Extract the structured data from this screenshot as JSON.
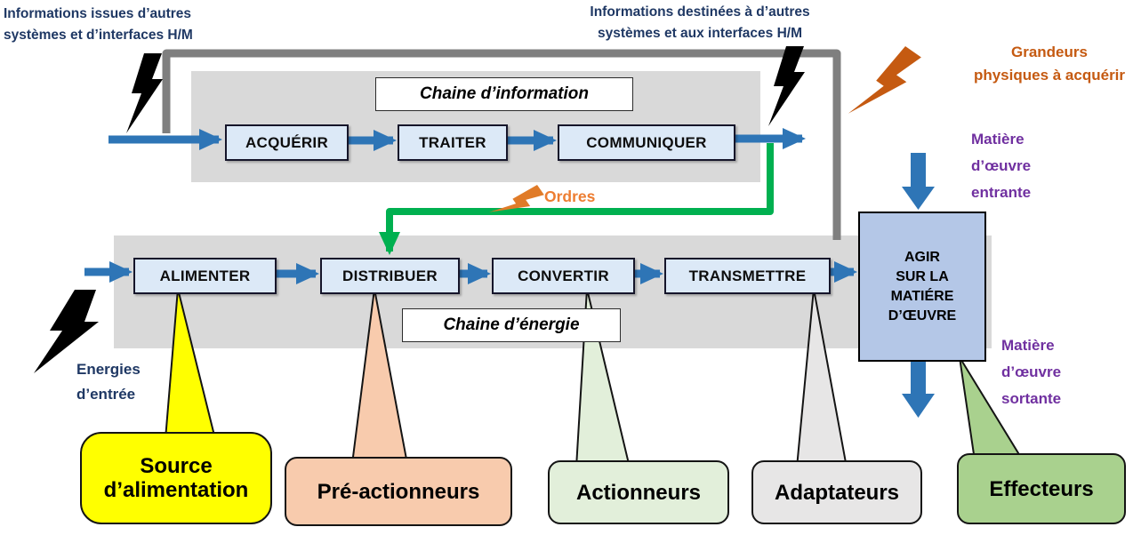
{
  "annotations": {
    "info_in": "Informations issues d’autres\nsystèmes et d’interfaces H/M",
    "info_out": "Informations destinées à d’autres\nsystèmes et aux interfaces H/M",
    "grandeurs": "Grandeurs\nphysiques à acquérir",
    "ordres": "Ordres",
    "matiere_entrante": "Matière\nd’œuvre\nentrante",
    "matiere_sortante": "Matière\nd’œuvre\nsortante",
    "energies": "Energies\nd’entrée"
  },
  "info_chain": {
    "label": "Chaine d’information",
    "blocks": [
      "ACQUÉRIR",
      "TRAITER",
      "COMMUNIQUER"
    ]
  },
  "energy_chain": {
    "label": "Chaine d’énergie",
    "blocks": [
      "ALIMENTER",
      "DISTRIBUER",
      "CONVERTIR",
      "TRANSMETTRE"
    ]
  },
  "agir_block": {
    "label": "AGIR\nSUR LA\nMATIÉRE\nD’ŒUVRE"
  },
  "callouts": [
    {
      "label": "Source\nd’alimentation",
      "color": "#FFFF00",
      "points_to": "ALIMENTER"
    },
    {
      "label": "Pré-actionneurs",
      "color": "#F8CBAD",
      "points_to": "DISTRIBUER"
    },
    {
      "label": "Actionneurs",
      "color": "#E2EFDA",
      "points_to": "CONVERTIR"
    },
    {
      "label": "Adaptateurs",
      "color": "#E7E6E6",
      "points_to": "TRANSMETTRE"
    },
    {
      "label": "Effecteurs",
      "color": "#A9D18E",
      "points_to": "AGIR"
    }
  ],
  "colors": {
    "arrow_blue": "#2E75B6",
    "order_green": "#00B050",
    "feedback_gray": "#7F7F7F",
    "text_dark_blue": "#1F3864",
    "text_purple": "#7030A0",
    "text_orange_dark": "#C55A11",
    "text_orange_light": "#ED7D31",
    "block_fill": "#DCE9F7",
    "agir_fill": "#B4C7E7",
    "chain_background": "#D9D9D9"
  }
}
